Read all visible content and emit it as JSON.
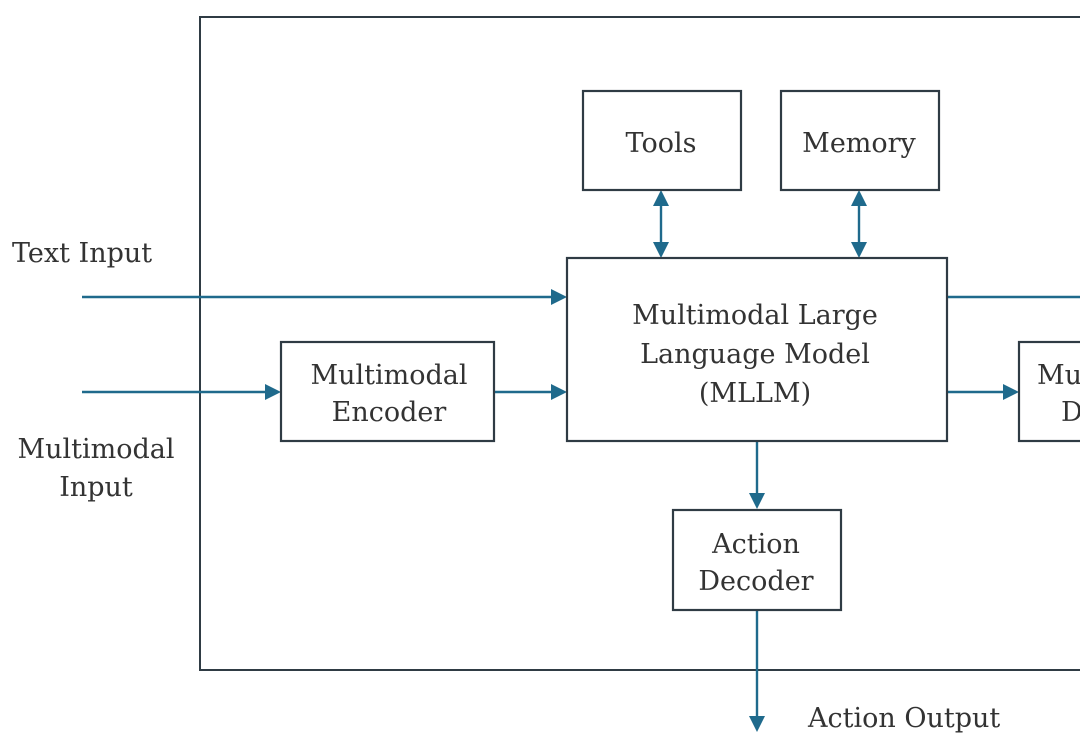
{
  "inputs": {
    "text_input": "Text Input",
    "multimodal_input_line1": "Multimodal",
    "multimodal_input_line2": "Input"
  },
  "blocks": {
    "tools": "Tools",
    "memory": "Memory",
    "mllm_line1": "Multimodal Large",
    "mllm_line2": "Language Model",
    "mllm_line3": "(MLLM)",
    "encoder_line1": "Multimodal",
    "encoder_line2": "Encoder",
    "action_decoder_line1": "Action",
    "action_decoder_line2": "Decoder",
    "partial_decoder_line1": "Mu",
    "partial_decoder_line2": "D"
  },
  "outputs": {
    "action_output": "Action Output"
  },
  "colors": {
    "connector": "#1f6a8c",
    "border": "#2f3b44",
    "text": "#333333"
  }
}
